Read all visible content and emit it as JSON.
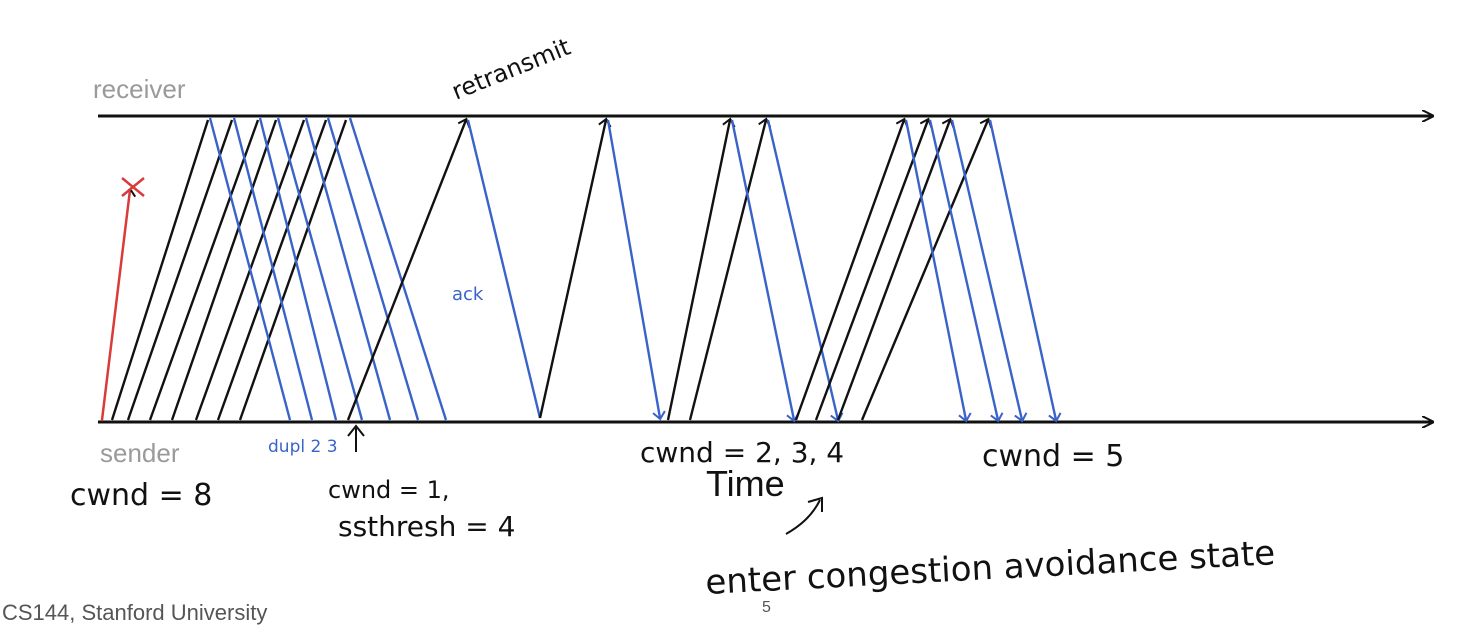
{
  "labels": {
    "receiver": "receiver",
    "sender": "sender",
    "time": "Time"
  },
  "annotations": {
    "retransmit": "retransmit",
    "ack": "ack",
    "dupacks": "dupl 2  3",
    "cwnd_initial": "cwnd = 8",
    "cwnd_reset": "cwnd = 1,",
    "ssthresh": "ssthresh = 4",
    "cwnd_growth": "cwnd = 2, 3, 4",
    "cwnd_final": "cwnd = 5",
    "congestion_avoidance": "enter congestion avoidance state"
  },
  "footer": {
    "course": "CS144, Stanford University",
    "page": "5"
  },
  "colors": {
    "data_segment": "#111111",
    "ack": "#3a63c9",
    "lost_segment": "#d93a3a",
    "label_gray": "#9a9a9a"
  }
}
